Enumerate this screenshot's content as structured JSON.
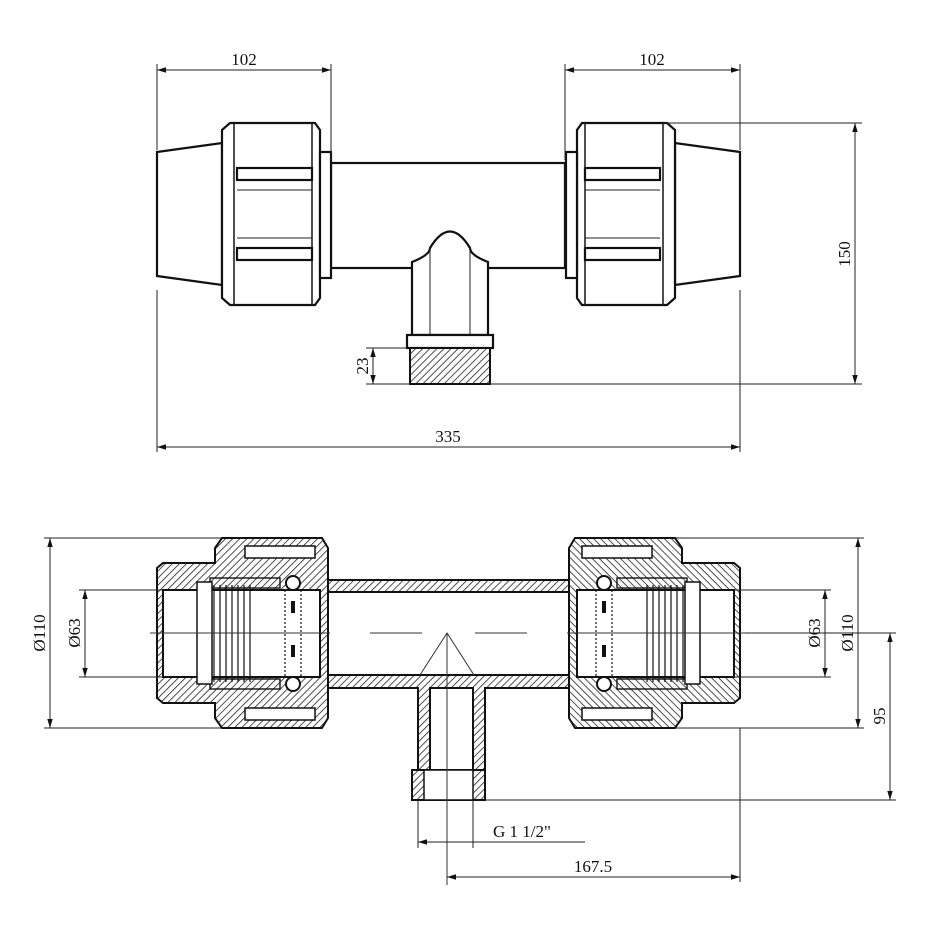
{
  "top_view": {
    "dim_left_width": "102",
    "dim_right_width": "102",
    "dim_height": "150",
    "dim_thread_length": "23",
    "dim_total_length": "335"
  },
  "section_view": {
    "dim_left_outer_diameter": "Ø110",
    "dim_left_inner_diameter": "Ø63",
    "dim_right_inner_diameter": "Ø63",
    "dim_right_outer_diameter": "Ø110",
    "dim_branch_offset": "95",
    "dim_thread": "G 1 1/2\"",
    "dim_half_length": "167.5"
  }
}
